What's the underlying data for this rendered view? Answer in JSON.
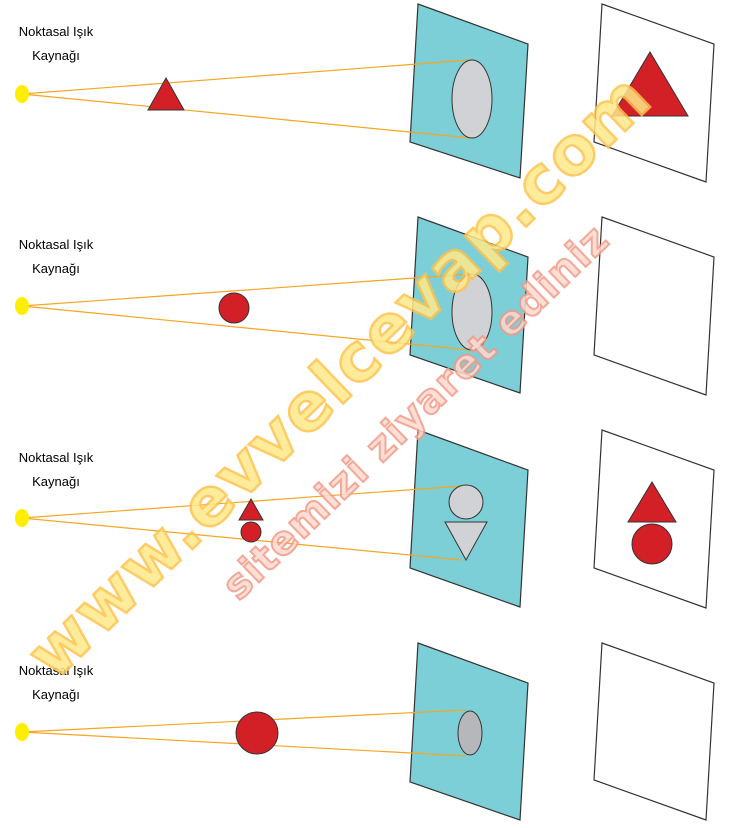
{
  "panels": [
    {
      "source_label_line1": "Noktasal Işık",
      "source_label_line2": "Kaynağı"
    },
    {
      "source_label_line1": "Noktasal Işık",
      "source_label_line2": "Kaynağı"
    },
    {
      "source_label_line1": "Noktasal Işık",
      "source_label_line2": "Kaynağı"
    },
    {
      "source_label_line1": "Noktasal Işık",
      "source_label_line2": "Kaynağı"
    }
  ],
  "watermark": {
    "main": "www.evvelcevap.com",
    "sub": "sitemizi ziyaret ediniz"
  },
  "colors": {
    "light_source": "#ffee00",
    "light_ray": "#f5a623",
    "object_red": "#d32027",
    "screen_cyan": "#7dcfd7",
    "shadow_gray": "#d0d2d6"
  }
}
